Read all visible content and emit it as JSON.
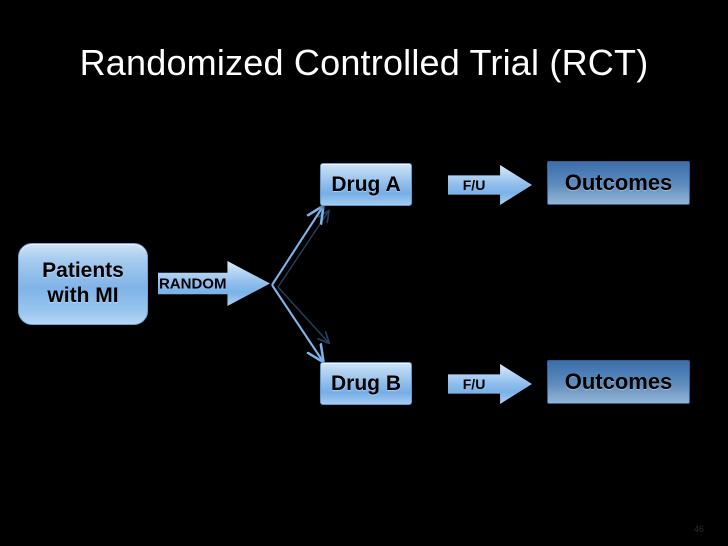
{
  "slide": {
    "title": "Randomized Controlled Trial (RCT)",
    "background_color": "#000000",
    "title_color": "#ffffff",
    "slide_number": "46"
  },
  "diagram": {
    "population": {
      "line1": "Patients",
      "line2": "with MI",
      "fill_color": "#8fbce8"
    },
    "randomization": {
      "label": "RANDOM",
      "fill_color": "#8fbdec"
    },
    "arms": [
      {
        "treatment": "Drug A",
        "followup": "F/U",
        "outcome": "Outcomes",
        "treatment_color": "#8bbbeb",
        "outcome_color": "#4a7cb4"
      },
      {
        "treatment": "Drug B",
        "followup": "F/U",
        "outcome": "Outcomes",
        "treatment_color": "#8bbbeb",
        "outcome_color": "#4a7cb4"
      }
    ],
    "branch_color": "#7fb3e8"
  }
}
